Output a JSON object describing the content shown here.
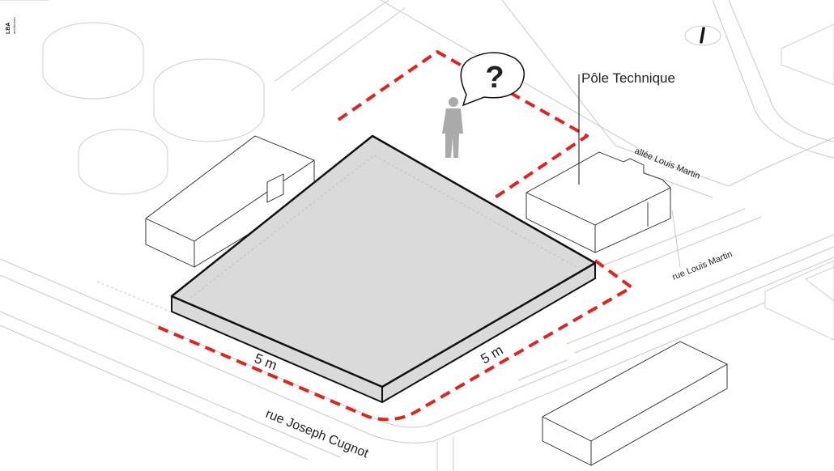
{
  "logo": {
    "mark": "LBA",
    "sub": "architecture"
  },
  "labels": {
    "pole_technique": "Pôle Technique",
    "allee": "allée Louis Martin",
    "rue_louis": "rue Louis Martin",
    "rue_joseph": "rue Joseph Cugnot",
    "dim_left": "5 m",
    "dim_right": "5 m",
    "question": "?"
  },
  "colors": {
    "site_boundary": "#e3231b",
    "slab_top": "#dadada",
    "slab_side": "#dadada",
    "ghost_buildings": "#cfcfcf",
    "person": "#aaaaaa"
  },
  "icons": [
    "north-arrow-icon",
    "person-icon",
    "speech-bubble-icon"
  ]
}
